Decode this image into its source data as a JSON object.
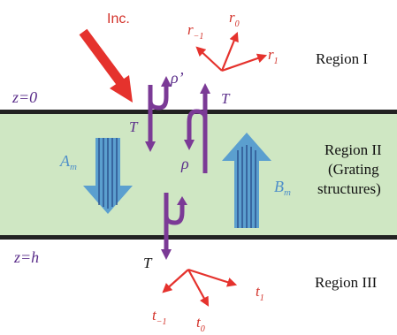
{
  "colors": {
    "region2_fill": "#cfe7c3",
    "boundary_line": "#222222",
    "incident_red": "#e5322d",
    "label_red": "#d3332b",
    "wave_purple": "#7b3a96",
    "label_purple": "#5a2d8a",
    "arrow_blue": "#5b9fcf",
    "arrow_blue_dark": "#2a4f8c",
    "label_blue": "#4f8fc9",
    "text_black": "#111111"
  },
  "labels": {
    "incident": "Inc.",
    "rho_prime": "ρ’",
    "rho": "ρ",
    "T_top_right": "T",
    "T_mid_left": "T",
    "T_bottom": "T",
    "z0": "z=0",
    "zh": "z=h",
    "A_m": {
      "base": "A",
      "sub": "m"
    },
    "B_m": {
      "base": "B",
      "sub": "m"
    },
    "r_minus1": {
      "base": "r",
      "sub": "−1"
    },
    "r_0": {
      "base": "r",
      "sub": "0"
    },
    "r_1": {
      "base": "r",
      "sub": "1"
    },
    "t_minus1": {
      "base": "t",
      "sub": "−1"
    },
    "t_0": {
      "base": "t",
      "sub": "0"
    },
    "t_1": {
      "base": "t",
      "sub": "1"
    }
  },
  "regions": {
    "region1": "Region I",
    "region2_line1": "Region II",
    "region2_line2": "(Grating",
    "region2_line3": "structures)",
    "region3": "Region III"
  }
}
